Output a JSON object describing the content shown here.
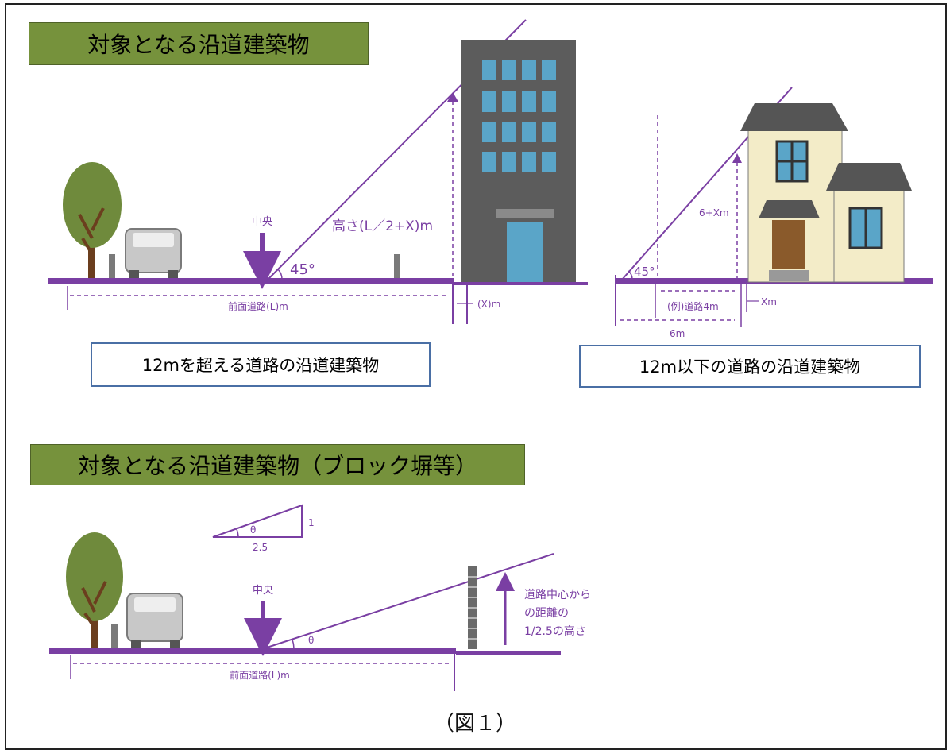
{
  "section1": {
    "title": "対象となる沿道建築物",
    "left": {
      "center_label": "中央",
      "angle_label": "45°",
      "height_label": "高さ(L／2+X)m",
      "road_label": "前面道路(L)m",
      "setback_label": "(X)m",
      "caption": "12mを超える道路の沿道建築物"
    },
    "right": {
      "angle_label": "45°",
      "height_label": "6+Xm",
      "example_label": "(例)道路4m",
      "setback_label": "Xm",
      "width_label": "6m",
      "caption": "12m以下の道路の沿道建築物"
    }
  },
  "section2": {
    "title": "対象となる沿道建築物（ブロック塀等）",
    "ratio": {
      "theta": "θ",
      "rise": "1",
      "run": "2.5"
    },
    "center_label": "中央",
    "angle_label": "θ",
    "road_label": "前面道路(L)m",
    "height_note": [
      "道路中心から",
      "の距離の",
      "1/2.5の高さ"
    ]
  },
  "figure_label": "（図１）",
  "colors": {
    "purple": "#7a3fa3",
    "banner_green": "#76923c",
    "caption_border": "#4a6fa5",
    "building_gray": "#5c5c5c",
    "window_blue": "#5aa5c8",
    "house_wall": "#f3ecc8",
    "roof_gray": "#555555",
    "tree_green": "#6f8a3c",
    "trunk_brown": "#6b3e1e"
  }
}
